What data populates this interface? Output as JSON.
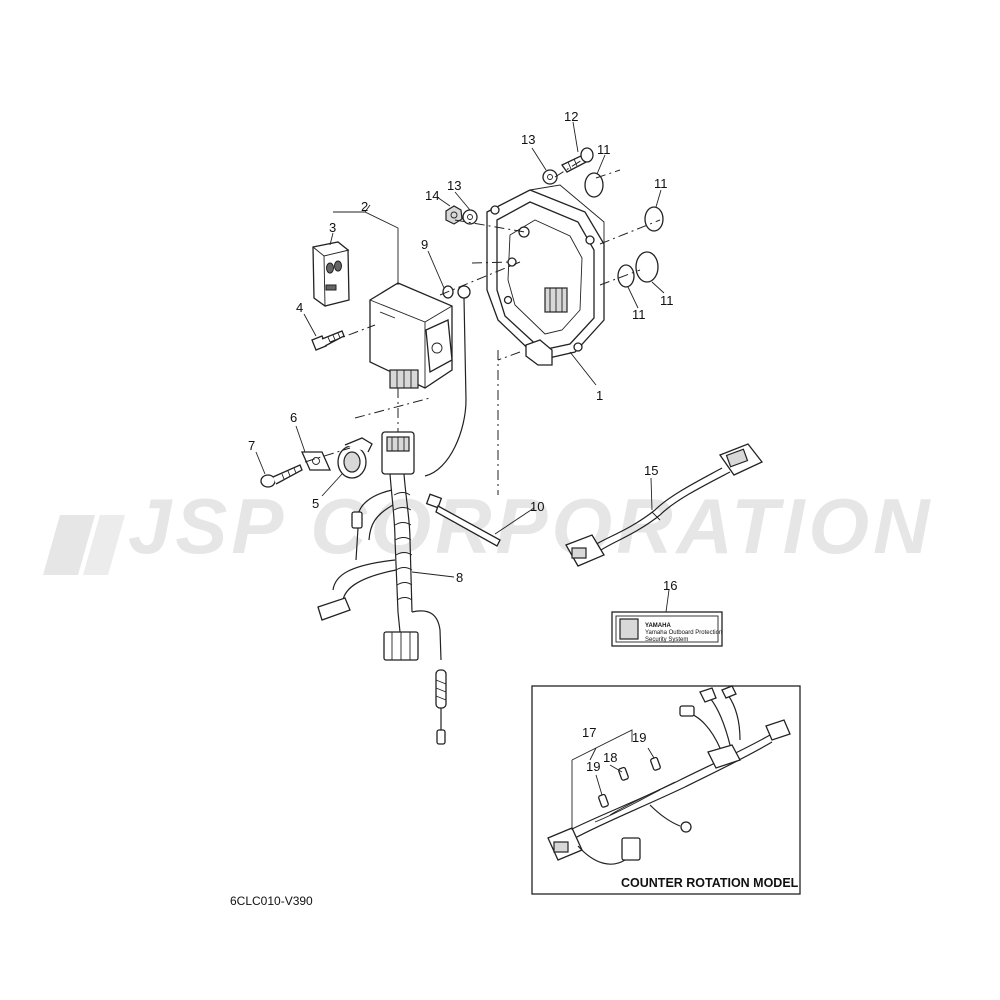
{
  "watermark": "JSP CORPORATION",
  "diagram_code": "6CLC010-V390",
  "inset_title": "COUNTER ROTATION MODEL",
  "label_16": {
    "brand": "YAMAHA",
    "line1": "Yamaha Outboard Protection",
    "line2": "Security System"
  },
  "callouts": {
    "c1": "1",
    "c2": "2",
    "c3": "3",
    "c4": "4",
    "c5": "5",
    "c6": "6",
    "c7": "7",
    "c8": "8",
    "c9": "9",
    "c10": "10",
    "c11a": "11",
    "c11b": "11",
    "c11c": "11",
    "c11d": "11",
    "c12": "12",
    "c13a": "13",
    "c13b": "13",
    "c14": "14",
    "c15": "15",
    "c16": "16",
    "c17": "17",
    "c18": "18",
    "c19a": "19",
    "c19b": "19"
  }
}
